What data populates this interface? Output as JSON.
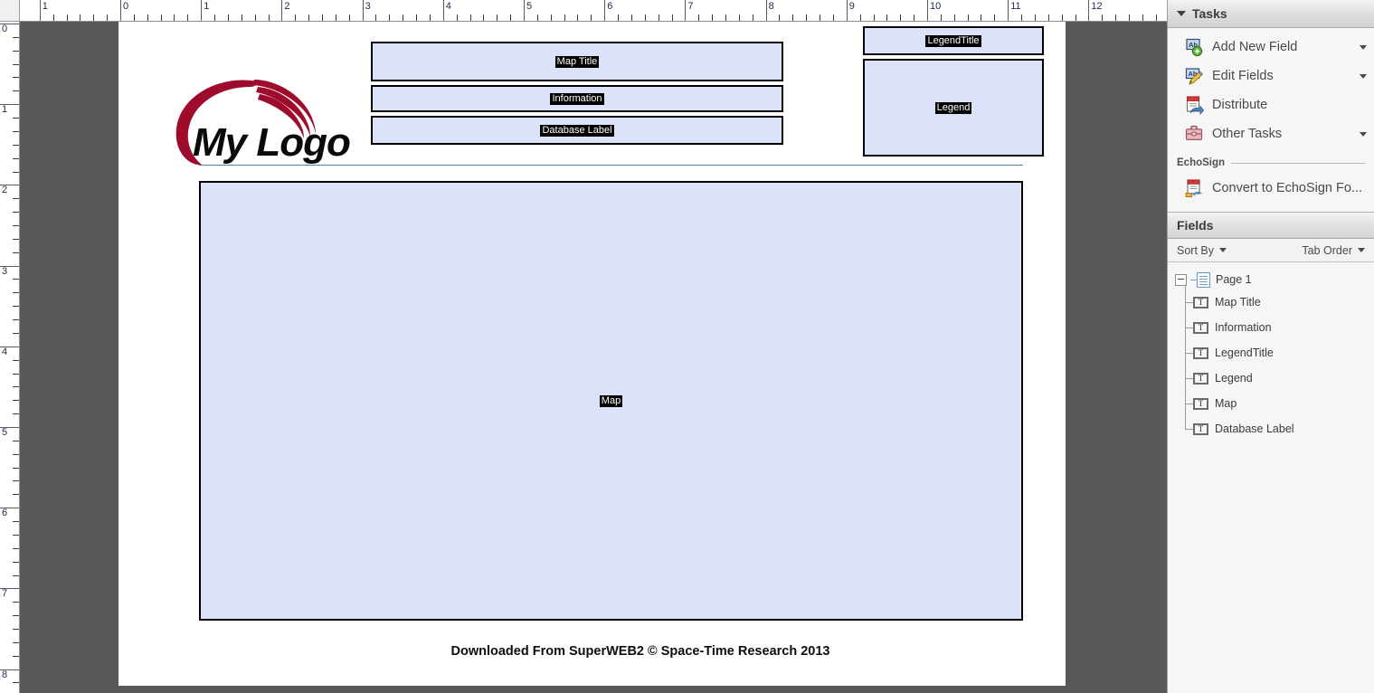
{
  "rulers": {
    "unit": "inches",
    "horizontal_labels": [
      "1",
      "0",
      "1",
      "2",
      "3",
      "4",
      "5",
      "6",
      "7",
      "8",
      "9",
      "10",
      "11",
      "12"
    ],
    "vertical_labels": [
      "0",
      "1",
      "2",
      "3",
      "4",
      "5",
      "6",
      "7",
      "8"
    ]
  },
  "document": {
    "logo": {
      "text": "My Logo",
      "brush_color": "#9e0b2b"
    },
    "fields": [
      {
        "name": "Map Title",
        "label": "Map Title"
      },
      {
        "name": "Information",
        "label": "Information"
      },
      {
        "name": "Database Label",
        "label": "Database Label"
      },
      {
        "name": "LegendTitle",
        "label": "LegendTitle"
      },
      {
        "name": "Legend",
        "label": "Legend"
      },
      {
        "name": "Map",
        "label": "Map"
      }
    ],
    "footer": "Downloaded From SuperWEB2 © Space-Time Research 2013",
    "field_fill_color": "#dde2fb",
    "field_border_color": "#000000",
    "rule_color": "#4a7fb5"
  },
  "right_panel": {
    "tasks": {
      "header": "Tasks",
      "items": [
        {
          "label": "Add New Field",
          "icon": "ab-add-icon",
          "has_dropdown": true
        },
        {
          "label": "Edit Fields",
          "icon": "ab-edit-icon",
          "has_dropdown": true
        },
        {
          "label": "Distribute",
          "icon": "distribute-icon",
          "has_dropdown": false
        },
        {
          "label": "Other Tasks",
          "icon": "briefcase-icon",
          "has_dropdown": true
        }
      ],
      "section": {
        "label": "EchoSign",
        "items": [
          {
            "label": "Convert to EchoSign Fo...",
            "icon": "echosign-convert-icon",
            "has_dropdown": false
          }
        ]
      }
    },
    "fields": {
      "header": "Fields",
      "sort_by": "Sort By",
      "tab_order": "Tab Order",
      "tree": {
        "root": "Page 1",
        "children": [
          "Map Title",
          "Information",
          "LegendTitle",
          "Legend",
          "Map",
          "Database Label"
        ]
      }
    }
  }
}
